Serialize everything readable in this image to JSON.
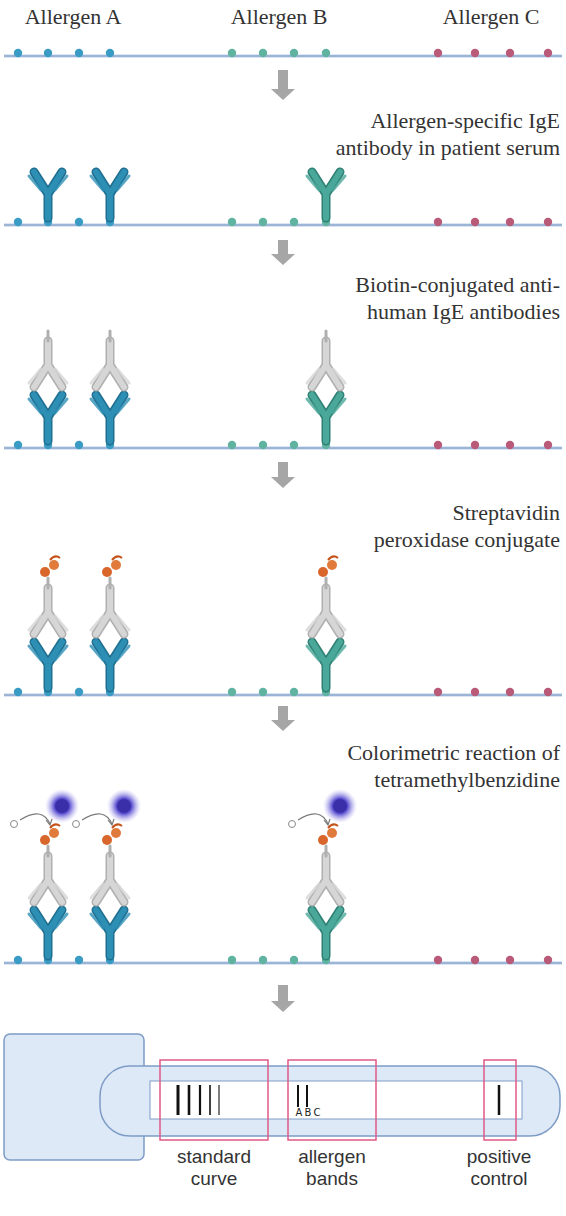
{
  "diagram": {
    "labels": [
      "Allergen A",
      "Allergen B",
      "Allergen C",
      "Allergen-specific IgE antibody in patient serum",
      "Biotin-conjugated anti-human IgE antibodies",
      "Streptavidin peroxidase conjugate",
      "Colorimetric reaction of tetramethylbenzidine",
      "A",
      "B",
      "C",
      "standard curve",
      "allergen bands",
      "positive control"
    ]
  }
}
